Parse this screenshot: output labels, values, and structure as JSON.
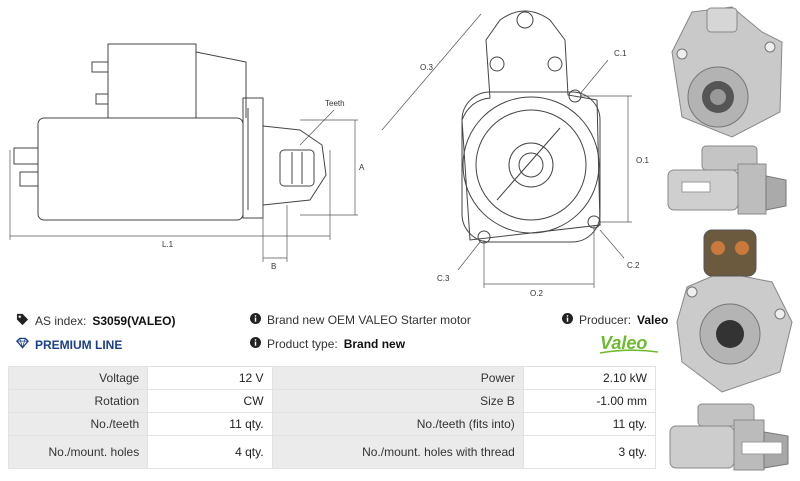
{
  "diagram": {
    "labels": {
      "teeth": "Teeth",
      "a": "A",
      "l1": "L.1",
      "b": "B",
      "o3": "O.3",
      "c1": "C.1",
      "o1": "O.1",
      "c2": "C.2",
      "c3": "C.3",
      "o2": "O.2"
    }
  },
  "info": {
    "as_index_label": "AS index:",
    "as_index_value": "S3059(VALEO)",
    "premium_line": "PREMIUM LINE",
    "description": "Brand new OEM VALEO Starter motor",
    "product_type_label": "Product type:",
    "product_type_value": "Brand new",
    "producer_label": "Producer:",
    "producer_value": "Valeo",
    "logo_text": "Valeo"
  },
  "specs": {
    "rows": [
      {
        "label1": "Voltage",
        "value1": "12 V",
        "label2": "Power",
        "value2": "2.10 kW"
      },
      {
        "label1": "Rotation",
        "value1": "CW",
        "label2": "Size B",
        "value2": "-1.00 mm"
      },
      {
        "label1": "No./teeth",
        "value1": "11 qty.",
        "label2": "No./teeth (fits into)",
        "value2": "11 qty."
      },
      {
        "label1": "No./mount. holes",
        "value1": "4 qty.",
        "label2": "No./mount. holes with thread",
        "value2": "3 qty."
      }
    ]
  },
  "colors": {
    "premium": "#1a3f8a",
    "valeo_green": "#6dbb2e",
    "table_label_bg": "#ebebeb"
  }
}
